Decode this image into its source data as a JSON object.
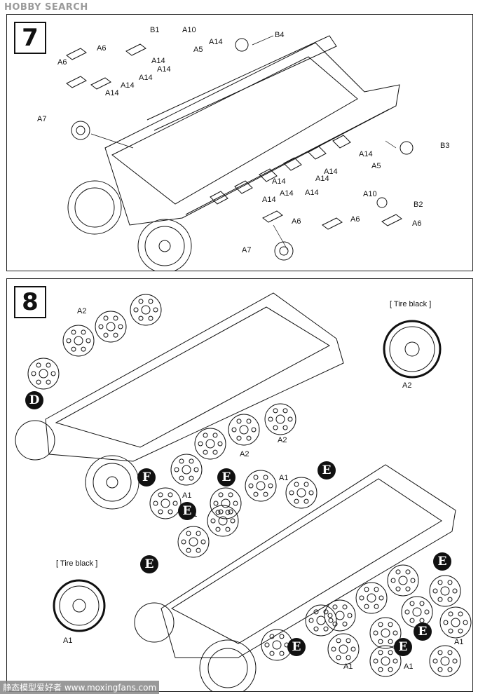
{
  "watermark": {
    "brand": "HOBBY SEARCH"
  },
  "footer_watermark": "静态模型爱好者 www.moxingfans.com",
  "step7": {
    "number": "7",
    "labels": [
      "A6",
      "A6",
      "B1",
      "A10",
      "A5",
      "A14",
      "B4",
      "A14",
      "A14",
      "A14",
      "A14",
      "A14",
      "A7",
      "A14",
      "A14",
      "A5",
      "A14",
      "B3",
      "A14",
      "A14",
      "A14",
      "A14",
      "A10",
      "B2",
      "A6",
      "A6",
      "A6",
      "A7"
    ]
  },
  "step8": {
    "number": "8",
    "labels": [
      "A2",
      "A2",
      "A2",
      "A1",
      "A1",
      "A1",
      "A1",
      "A1",
      "A1",
      "A2",
      "A1"
    ],
    "callouts": [
      "D",
      "F",
      "E",
      "E",
      "E",
      "E",
      "E",
      "E",
      "E",
      "E"
    ],
    "notes": [
      "[ Tire black ]",
      "[ Tire black ]"
    ]
  }
}
